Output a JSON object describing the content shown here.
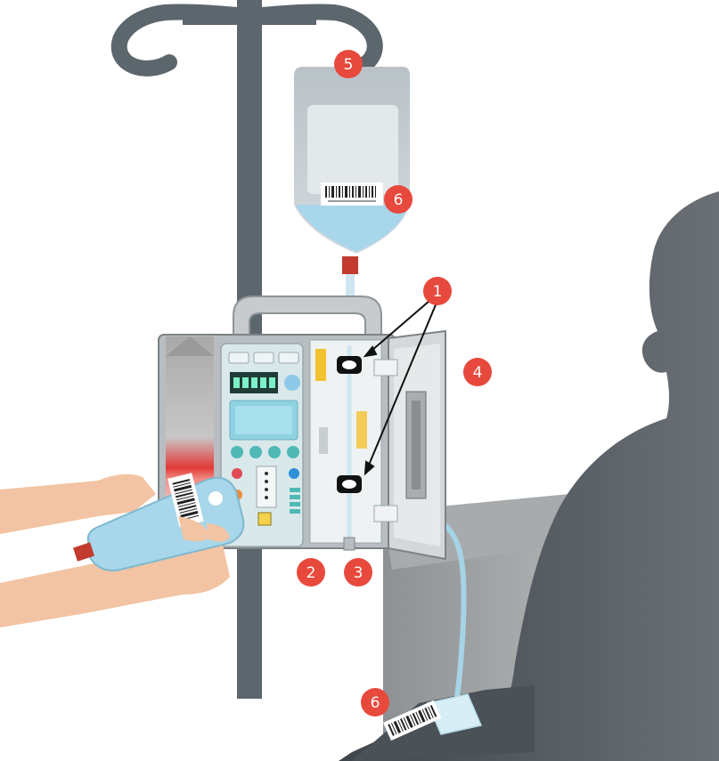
{
  "colors": {
    "callout": "#e8493d",
    "pole": "#5b666d",
    "patient": "#4f565c",
    "bag": "#c9d1d6",
    "fluid": "#a8d6ea",
    "pump_body": "#b8bdc1",
    "pump_panel": "#d9e8ea",
    "skin": "#f2c4a3",
    "chair": "#9a9d9f"
  },
  "callouts": [
    {
      "id": "A",
      "number": "1"
    },
    {
      "id": "B",
      "number": "2"
    },
    {
      "id": "C",
      "number": "3"
    },
    {
      "id": "D",
      "number": "4"
    },
    {
      "id": "E",
      "number": "5"
    },
    {
      "id": "F",
      "number": "6"
    },
    {
      "id": "G",
      "number": "6"
    }
  ]
}
